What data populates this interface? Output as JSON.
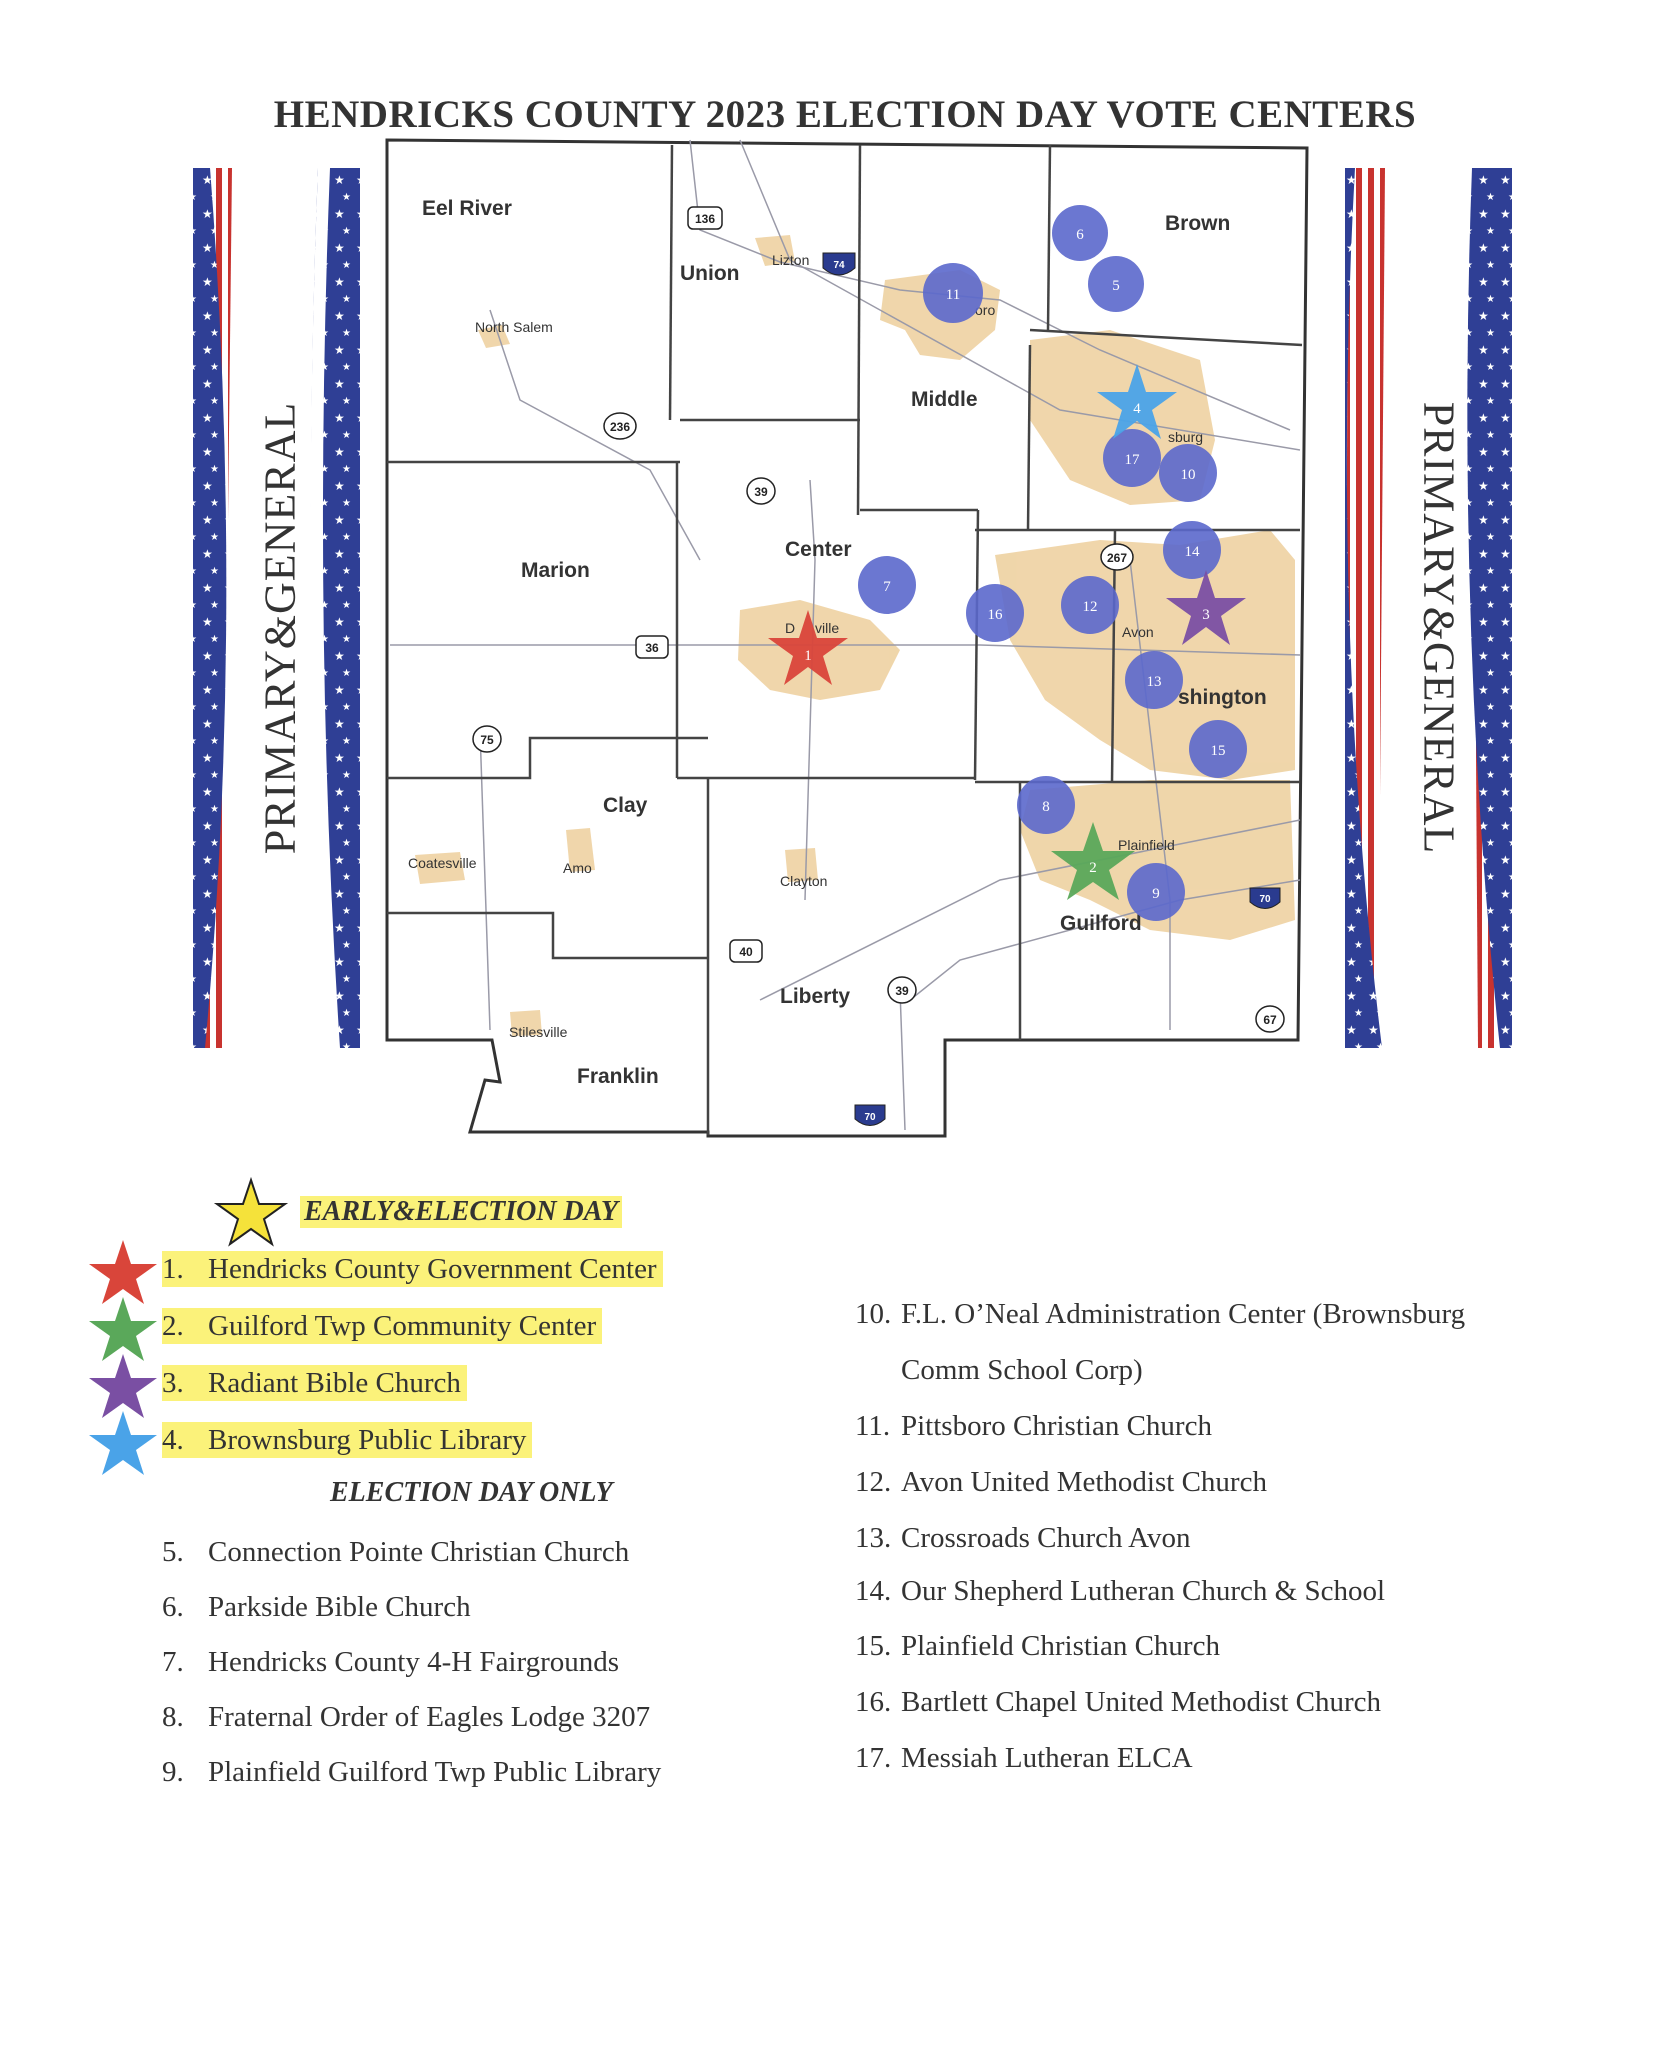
{
  "title": "HENDRICKS COUNTY 2023 ELECTION DAY VOTE CENTERS",
  "side_banner_left": "PRIMARY&GENERAL",
  "side_banner_right": "PRIMARY&GENERAL",
  "townships": [
    "Eel River",
    "Union",
    "Middle",
    "Brown",
    "Marion",
    "Center",
    "Clay",
    "Liberty",
    "Franklin",
    "Guilford",
    "shington"
  ],
  "towns": [
    "Lizton",
    "North Salem",
    "Coatesville",
    "Amo",
    "Clayton",
    "Stilesville",
    "Plainfield",
    "Avon",
    "D",
    "ville",
    "sburg",
    "oro"
  ],
  "routes": [
    "136",
    "74",
    "236",
    "39",
    "36",
    "75",
    "267",
    "40",
    "39",
    "70",
    "70",
    "67"
  ],
  "markers": [
    "1",
    "2",
    "3",
    "4",
    "5",
    "6",
    "7",
    "8",
    "9",
    "10",
    "11",
    "12",
    "13",
    "14",
    "15",
    "16",
    "17"
  ],
  "colors": {
    "star_red": "#d9453a",
    "star_green": "#5aa85a",
    "star_purple": "#7a4fa3",
    "star_blue": "#4aa3e8",
    "star_yellow": "#f5e23a",
    "circle_blue": "#5b68cc",
    "highlight": "#fbf27a",
    "town_fill": "#edcf9c"
  },
  "legend": {
    "early_heading": "EARLY&ELECTION DAY",
    "early_items": [
      {
        "num": "1.",
        "name": "Hendricks County Government Center"
      },
      {
        "num": "2.",
        "name": "Guilford Twp Community Center"
      },
      {
        "num": "3.",
        "name": "Radiant Bible Church"
      },
      {
        "num": "4.",
        "name": "Brownsburg Public Library"
      }
    ],
    "eday_heading": "ELECTION DAY ONLY",
    "eday_items": [
      {
        "num": "5.",
        "name": "Connection Pointe Christian Church"
      },
      {
        "num": "6.",
        "name": "Parkside Bible Church"
      },
      {
        "num": "7.",
        "name": "Hendricks County 4-H Fairgrounds"
      },
      {
        "num": "8.",
        "name": "Fraternal Order of Eagles Lodge 3207"
      },
      {
        "num": "9.",
        "name": "Plainfield Guilford Twp Public Library"
      }
    ],
    "right_items": [
      {
        "num": "10.",
        "name": "F.L. O’Neal Administration Center (Brownsburg"
      },
      {
        "num": "",
        "name": "Comm School Corp)"
      },
      {
        "num": "11.",
        "name": "Pittsboro Christian Church"
      },
      {
        "num": "12.",
        "name": "Avon United Methodist Church"
      },
      {
        "num": "13.",
        "name": "Crossroads Church Avon"
      },
      {
        "num": "14.",
        "name": "Our Shepherd Lutheran Church & School"
      },
      {
        "num": "15.",
        "name": "Plainfield Christian Church"
      },
      {
        "num": "16.",
        "name": "Bartlett Chapel United Methodist Church"
      },
      {
        "num": "17.",
        "name": "Messiah Lutheran ELCA"
      }
    ]
  }
}
